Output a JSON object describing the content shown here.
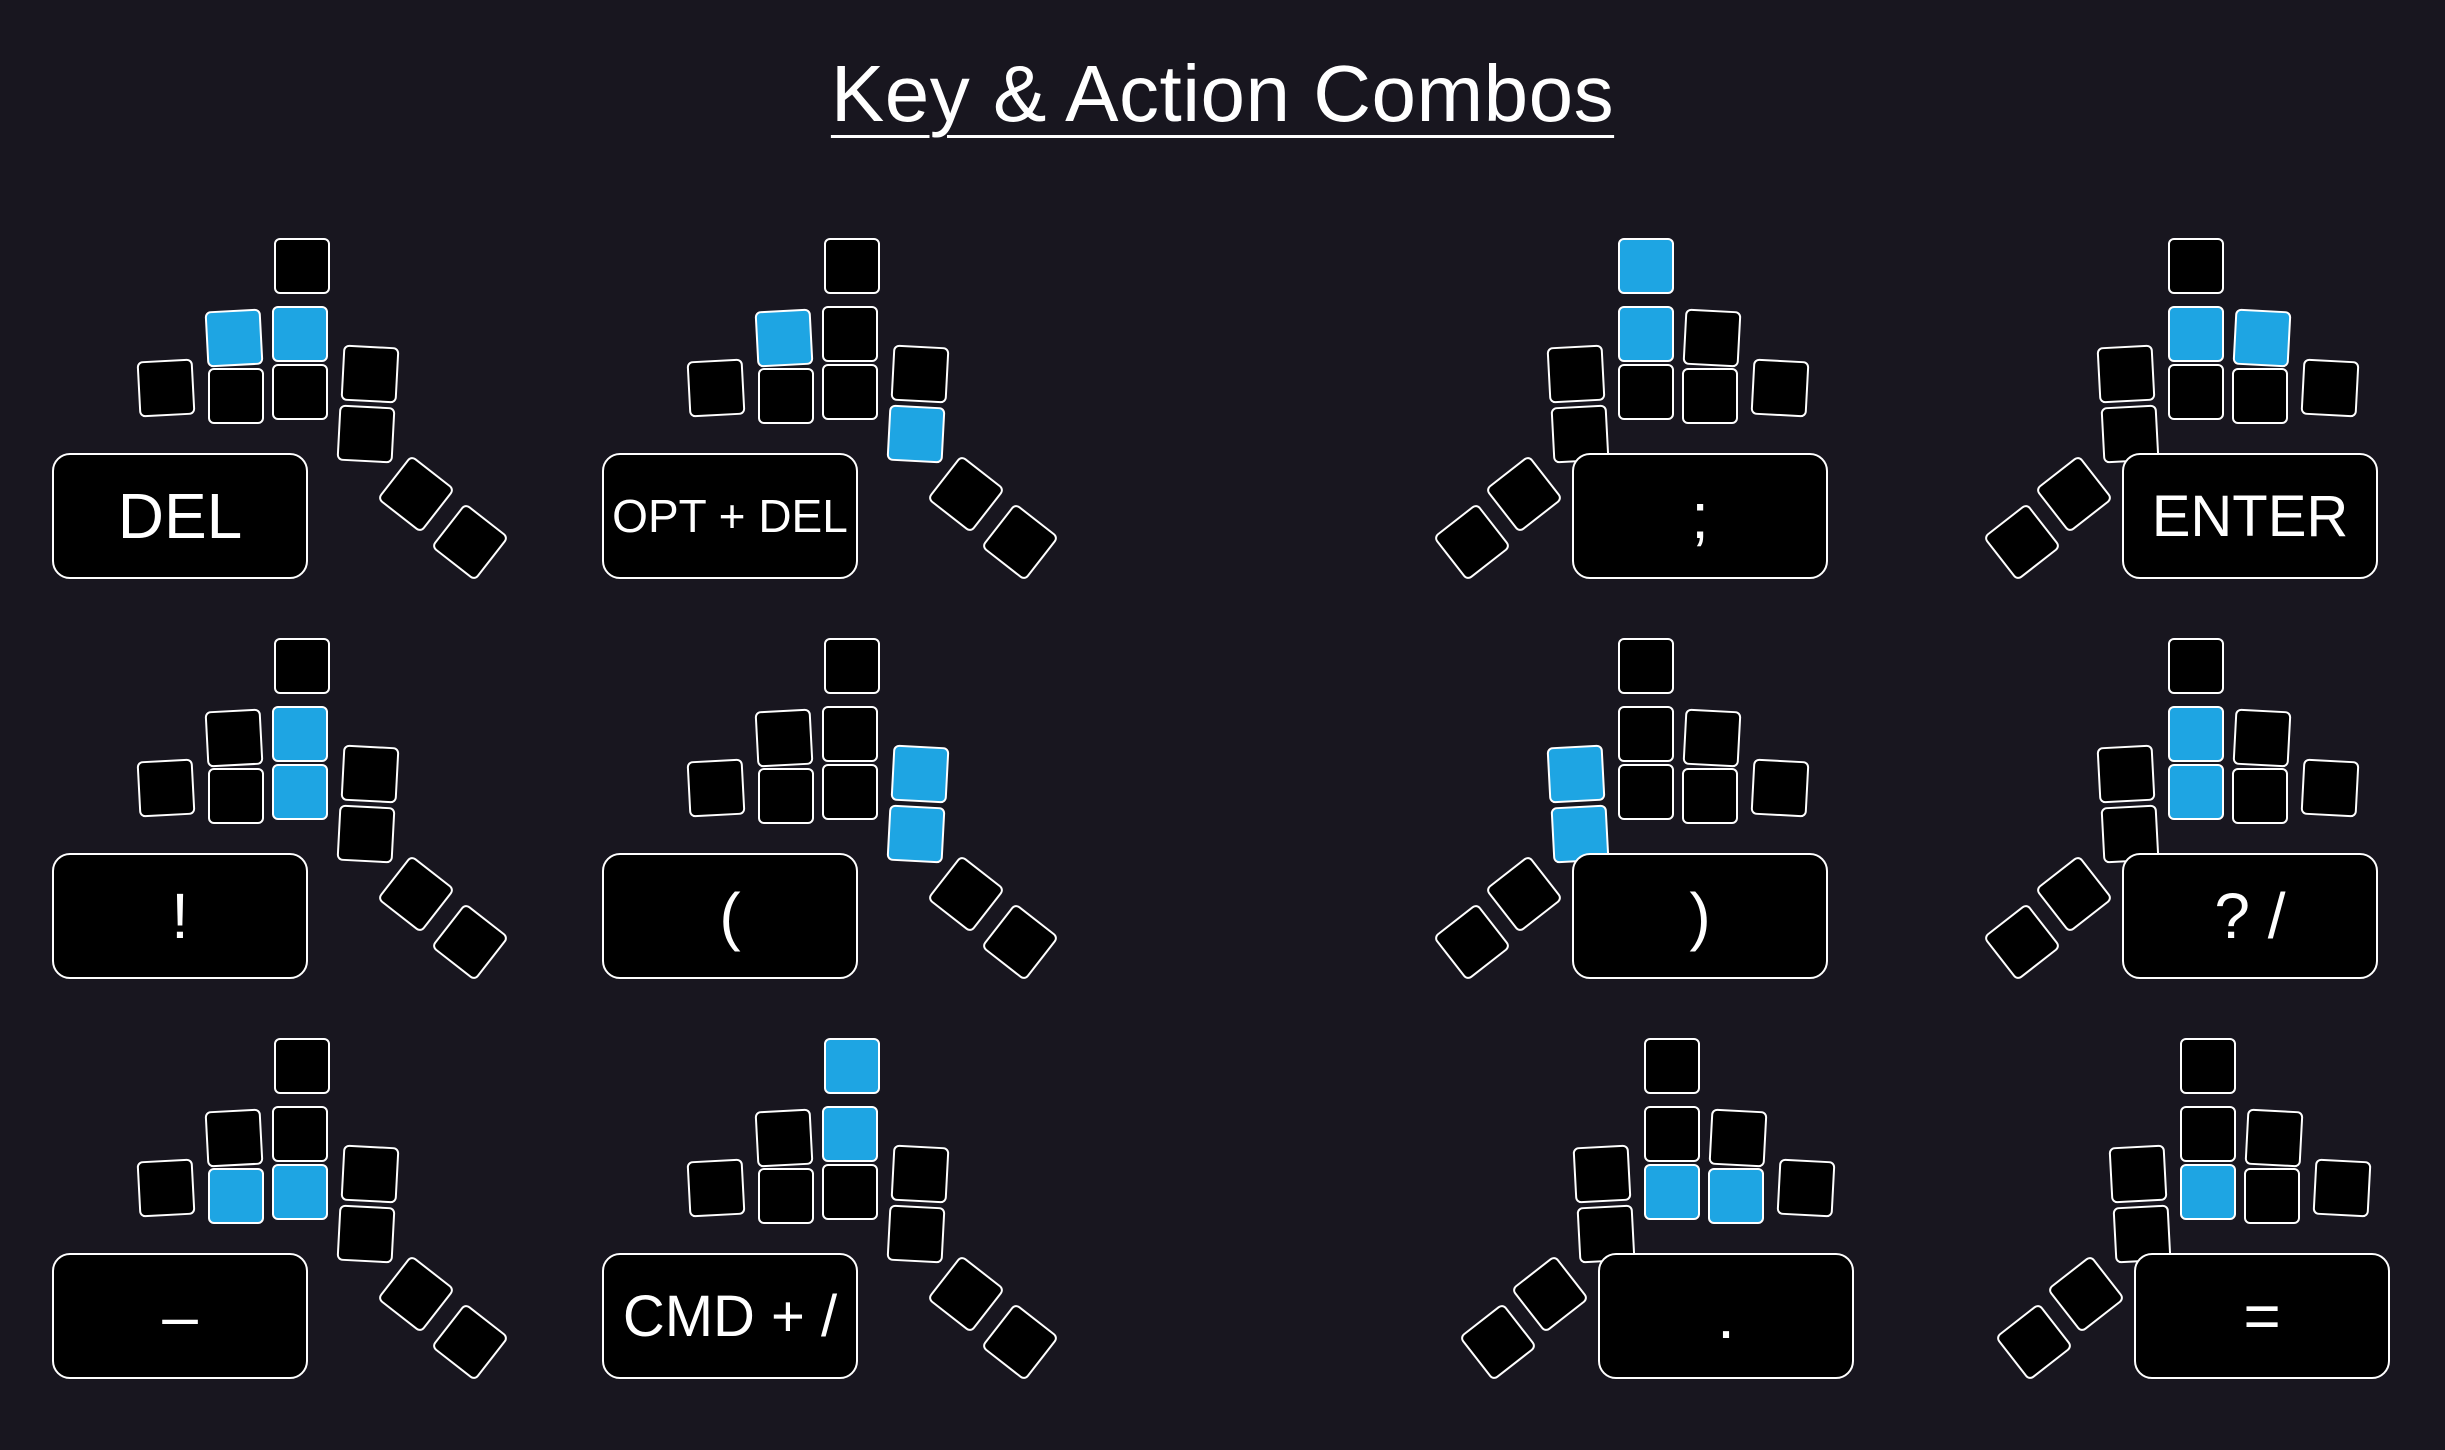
{
  "title": "Key & Action Combos",
  "colors": {
    "background": "#18161f",
    "key": "#000000",
    "key_border": "#ffffff",
    "active_key": "#1ea5e3"
  },
  "combos": [
    {
      "label": "DEL",
      "hand": "left",
      "active": [
        "ring_top",
        "middle_top"
      ]
    },
    {
      "label": "OPT + DEL",
      "hand": "left",
      "active": [
        "ring_top",
        "index_mid"
      ]
    },
    {
      "label": ";",
      "hand": "right",
      "active": [
        "middle_extra",
        "middle_top"
      ]
    },
    {
      "label": "ENTER",
      "hand": "right",
      "active": [
        "middle_top",
        "ring_top"
      ]
    },
    {
      "label": "!",
      "hand": "left",
      "active": [
        "middle_top",
        "middle_home"
      ]
    },
    {
      "label": "(",
      "hand": "left",
      "active": [
        "index_top",
        "index_mid"
      ]
    },
    {
      "label": ")",
      "hand": "right",
      "active": [
        "index_top",
        "index_mid"
      ]
    },
    {
      "label": "? /",
      "hand": "right",
      "active": [
        "middle_top",
        "middle_home"
      ]
    },
    {
      "label": "–",
      "hand": "left",
      "active": [
        "ring_home",
        "middle_home"
      ]
    },
    {
      "label": "CMD + /",
      "hand": "left",
      "active": [
        "middle_extra",
        "middle_top"
      ]
    },
    {
      "label": ".",
      "hand": "right",
      "active": [
        "middle_home",
        "ring_home"
      ]
    },
    {
      "label": "=",
      "hand": "right",
      "active": [
        "middle_home",
        "index_bottom"
      ]
    }
  ]
}
